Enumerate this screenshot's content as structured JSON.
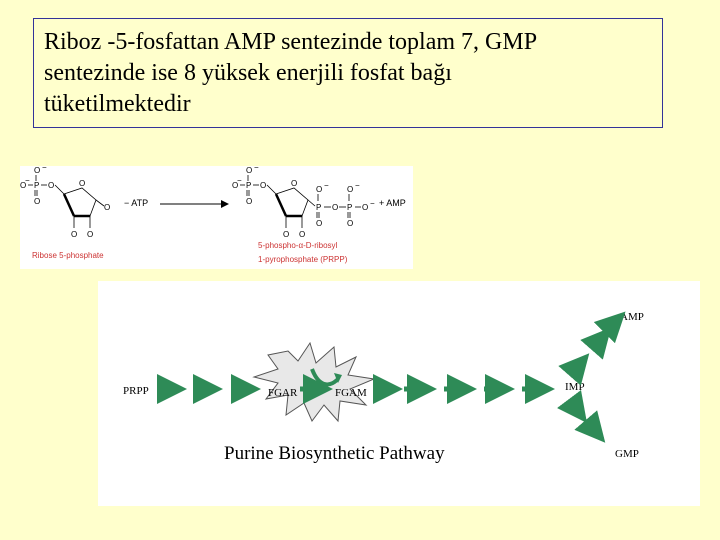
{
  "slide": {
    "title_line1": "Riboz -5-fosfattan AMP sentezinde toplam 7, GMP",
    "title_line2": "sentezinde ise 8 yüksek enerjili fosfat bağı",
    "title_line3": "tüketilmektedir"
  },
  "reaction": {
    "reactant_label": "Ribose 5-phosphate",
    "reagent": "− ATP",
    "byproduct": "+ AMP",
    "product_label_line1": "5-phospho-α-D-ribosyl",
    "product_label_line2": "1-pyrophosphate (PRPP)",
    "atom_o": "O",
    "atom_p": "P",
    "charge_minus": "−",
    "label_color": "#cc3333"
  },
  "pathway": {
    "title": "Purine Biosynthetic Pathway",
    "start": "PRPP",
    "fgar": "FGAR",
    "fgam": "FGAM",
    "imp": "IMP",
    "amp": "AMP",
    "gmp": "GMP",
    "arrow_color": "#2e8b57",
    "burst_color": "#e8e8e8"
  }
}
